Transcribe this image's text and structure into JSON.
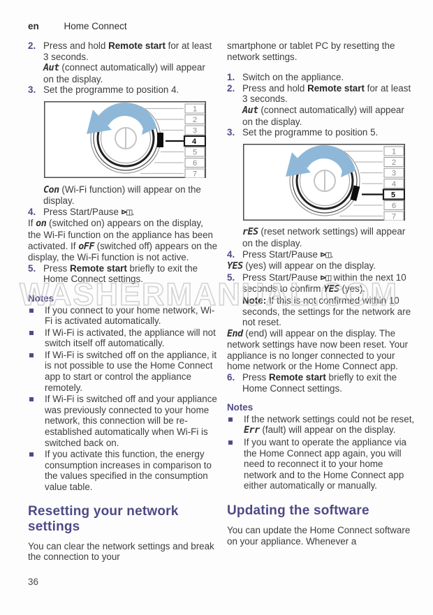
{
  "header": {
    "lang": "en",
    "title": "Home Connect"
  },
  "watermark": "WASHERMANUAL.COM",
  "page_number": "36",
  "dial": {
    "positions": [
      "1",
      "2",
      "3",
      "4",
      "5",
      "6",
      "7"
    ]
  },
  "symbols": {
    "start_pause": "⊳◫"
  },
  "left": {
    "step2": {
      "num": "2.",
      "pre": "Press and hold ",
      "bold": "Remote start",
      "post": " for at least 3 seconds.",
      "seg": "Aut",
      "segpost": " (connect automatically) will appear on the display."
    },
    "step3": {
      "num": "3.",
      "text": "Set the programme to position 4."
    },
    "caption": {
      "seg": "Con",
      "text": " (Wi-Fi function) will appear on the display."
    },
    "step4": {
      "num": "4.",
      "pre": "Press Start/Pause ",
      "post": "."
    },
    "onoff": {
      "p1": "If ",
      "seg1": "on",
      "p2": " (switched on) appears on the display, the Wi-Fi function on the appliance has been activated. If ",
      "seg2": "oFF",
      "p3": " (switched off) appears on the display, the Wi-Fi function is not active."
    },
    "step5": {
      "num": "5.",
      "pre": "Press ",
      "bold": "Remote start",
      "post": " briefly to exit the Home Connect settings."
    },
    "notes_title": "Notes",
    "notes": [
      "If you connect to your home network, Wi-Fi is activated automatically.",
      "If Wi-Fi is activated, the appliance will not switch itself off automatically.",
      "If Wi-Fi is switched off on the appliance, it is not possible to use the Home Connect app to start or control the appliance remotely.",
      "If Wi-Fi is switched off and your appliance was previously connected to your home network, this connection will be re-established automatically when Wi-Fi is switched back on.",
      "If you activate this function, the energy consumption increases in comparison to the values specified in the consumption value table."
    ],
    "heading": "Resetting your network settings",
    "outro": "You can clear the network settings and break the connection to your"
  },
  "right": {
    "intro": "smartphone or tablet PC by resetting the network settings.",
    "step1": {
      "num": "1.",
      "text": "Switch on the appliance."
    },
    "step2": {
      "num": "2.",
      "pre": "Press and hold ",
      "bold": "Remote start",
      "post": " for at least 3 seconds.",
      "seg": "Aut",
      "segpost": " (connect automatically) will appear on the display."
    },
    "step3": {
      "num": "3.",
      "text": "Set the programme to position 5."
    },
    "caption": {
      "seg": "rES",
      "text": " (reset network settings) will appear on the display."
    },
    "step4": {
      "num": "4.",
      "pre": "Press Start/Pause ",
      "post": "."
    },
    "yes_line": {
      "seg": "YES",
      "text": " (yes) will appear on the display."
    },
    "step5": {
      "num": "5.",
      "pre": "Press Start/Pause ",
      "mid": " within the next 10 seconds to confirm ",
      "seg": "YES",
      "post": " (yes).",
      "note_label": "Note:",
      "note_text": " If this is not confirmed within 10 seconds, the settings for the network are not reset."
    },
    "end_para": {
      "seg": "End",
      "text": " (end) will appear on the display. The network settings have now been reset. Your appliance is no longer connected to your home network or the Home Connect app."
    },
    "step6": {
      "num": "6.",
      "pre": "Press ",
      "bold": "Remote start",
      "post": " briefly to exit the Home Connect settings."
    },
    "notes_title": "Notes",
    "notes": [
      {
        "p1": "If the network settings could not be reset, ",
        "seg": "Err",
        "p2": " (fault) will appear on the display."
      },
      {
        "p1": "If you want to operate the appliance via the Home Connect app again, you will need to reconnect it to your home network and to the Home Connect app either automatically or manually.",
        "seg": "",
        "p2": ""
      }
    ],
    "heading": "Updating the software",
    "outro": "You can update the Home Connect software on your appliance. Whenever a"
  }
}
